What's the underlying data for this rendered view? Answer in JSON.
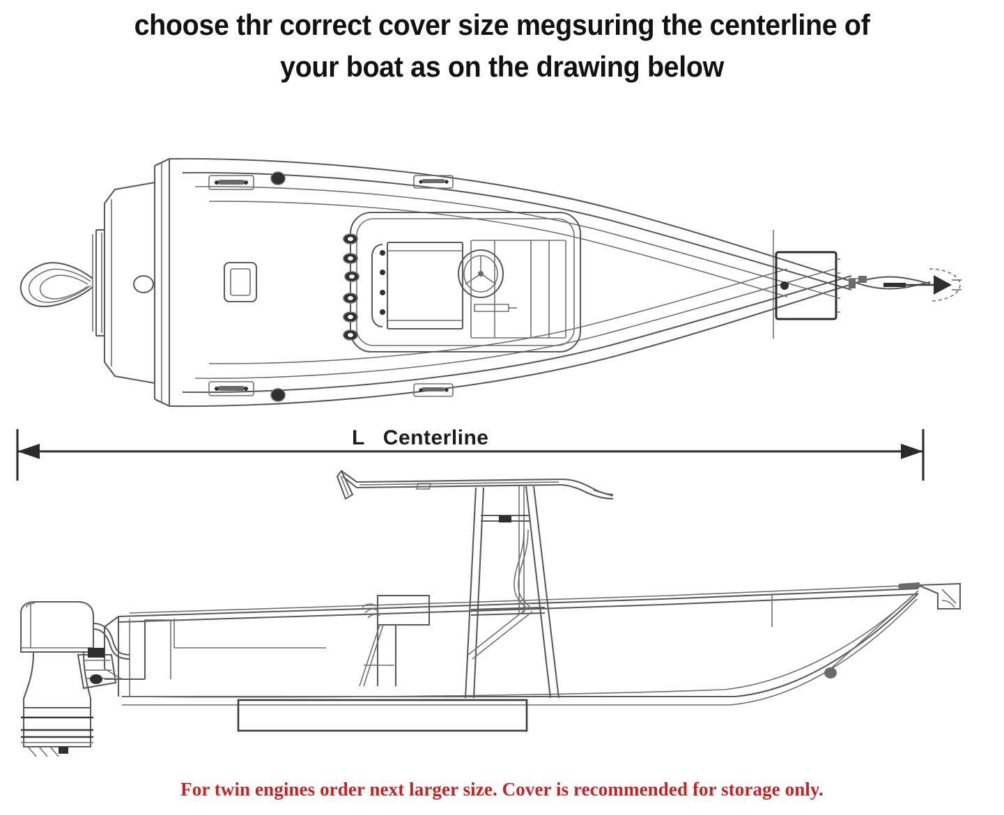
{
  "heading": {
    "line1": "choose thr correct cover size megsuring the centerline of",
    "line2": "your boat as on the drawing below",
    "text": "choose thr correct cover size megsuring the centerline of\nyour boat as on the drawing below"
  },
  "footer": {
    "note": "For twin engines order next larger size. Cover is recommended for storage only.",
    "color": "#c42323"
  },
  "dimension": {
    "label": "L   Centerline",
    "symbol": "L",
    "name": "Centerline",
    "style": "double-headed-arrow"
  },
  "diagram": {
    "title": "Boat centerline measurement diagram",
    "line_color": "#5a5a5a",
    "background": "#ffffff",
    "views": [
      {
        "name": "top-view",
        "label": "Top view of center console boat",
        "features": [
          "hull-outline",
          "transom",
          "outboard-bracket",
          "rope-handle-loop",
          "stern-cleat-port",
          "stern-cleat-starboard",
          "bow-cleat-port",
          "bow-cleat-starboard",
          "deck-hatch",
          "center-console",
          "steering-wheel",
          "leaning-post-seat",
          "rod-holders",
          "bow-hatch",
          "bow-eye",
          "anchor-roller"
        ],
        "rod_holder_count": 6
      },
      {
        "name": "side-view",
        "label": "Side profile of center console boat with T-top",
        "features": [
          "hull-profile",
          "sheer-line",
          "outboard-engine",
          "engine-cowling",
          "lower-unit",
          "cavitation-plate",
          "transom",
          "t-top-canopy",
          "t-top-legs",
          "t-top-rod-holder",
          "console-seat",
          "rub-rail-panel",
          "bow-anchor-roller"
        ]
      }
    ]
  }
}
